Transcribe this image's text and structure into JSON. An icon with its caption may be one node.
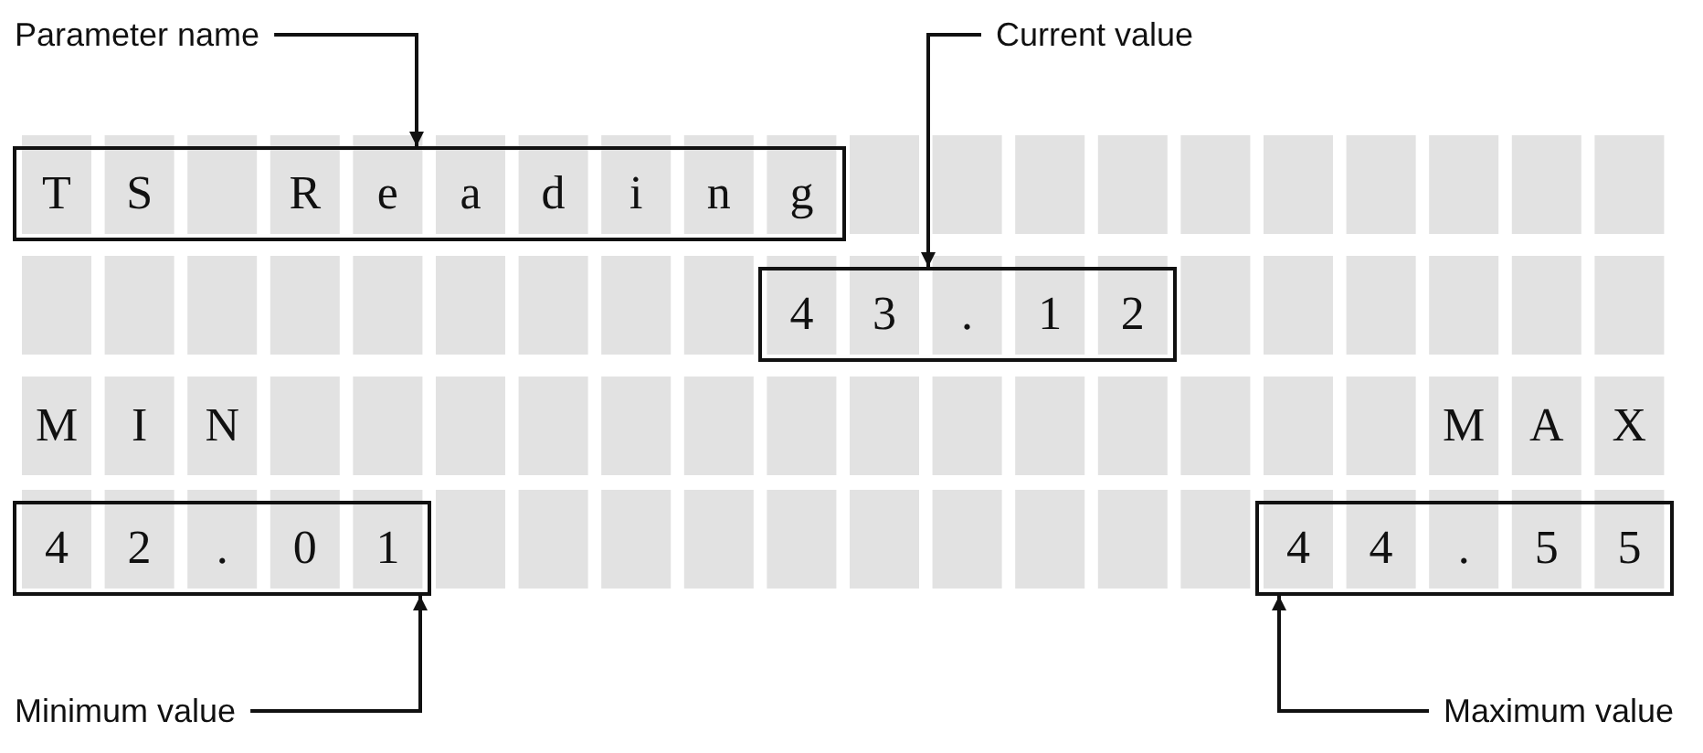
{
  "diagram": {
    "nodes": [
      {
        "text": [
          "Parameter name"
        ]
      },
      {
        "text": [
          "T",
          "S",
          "R",
          "e",
          "a",
          "d",
          "i",
          "n",
          "g"
        ]
      },
      {
        "text": [
          "Current value"
        ]
      },
      {
        "text": [
          "4",
          "3",
          ".",
          "1",
          "2"
        ]
      },
      {
        "text": [
          "4",
          "2",
          ".",
          "0",
          "1"
        ]
      },
      {
        "text": [
          "4",
          "4",
          ".",
          "5",
          "5"
        ]
      },
      {
        "text": [
          "Minimum value"
        ]
      },
      {
        "text": [
          "Maximum value"
        ]
      }
    ],
    "edges": [
      {
        "from": 0,
        "to": 1,
        "arrow": "to"
      },
      {
        "from": 2,
        "to": 3,
        "arrow": "to"
      },
      {
        "from": 6,
        "to": 4,
        "arrow": "to"
      },
      {
        "from": 7,
        "to": 5,
        "arrow": "to"
      }
    ],
    "labels": [
      "M",
      "I",
      "N",
      "M",
      "A",
      "X"
    ]
  }
}
